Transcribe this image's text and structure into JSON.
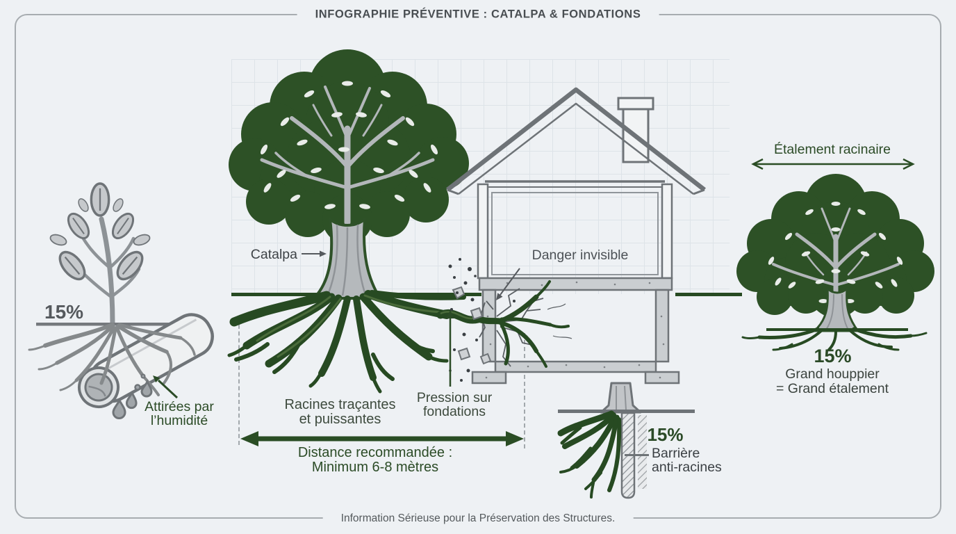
{
  "header": {
    "title": "INFOGRAPHIE PRÉVENTIVE : CATALPA & FONDATIONS"
  },
  "footer": {
    "text": "Information Sérieuse pour la Préservation des Structures."
  },
  "colors": {
    "background": "#eef1f4",
    "accent_green": "#2a4d24",
    "canopy_green": "#2d5126",
    "text_green": "#2b4b26",
    "drawing_gray": "#6e7377",
    "concrete_gray": "#caced1"
  },
  "moisture_section": {
    "percent": "15%",
    "label_line1": "Attirées par",
    "label_line2": "l’humidité",
    "icons": [
      "sapling",
      "pipe",
      "water-drops",
      "arrow"
    ]
  },
  "tree_section": {
    "tree_label": "Catalpa",
    "roots_line1": "Racines traçantes",
    "roots_line2": "et puissantes",
    "pressure_line1": "Pression sur",
    "pressure_line2": "fondations",
    "danger_label": "Danger invisible",
    "distance_line1": "Distance recommandée :",
    "distance_line2": "Minimum 6-8 mètres"
  },
  "barrier_section": {
    "percent": "15%",
    "label_line1": "Barrière",
    "label_line2": "anti-racines"
  },
  "spread_section": {
    "title": "Étalement racinaire",
    "percent": "15%",
    "label_line1": "Grand houppier",
    "label_line2": "= Grand étalement"
  }
}
